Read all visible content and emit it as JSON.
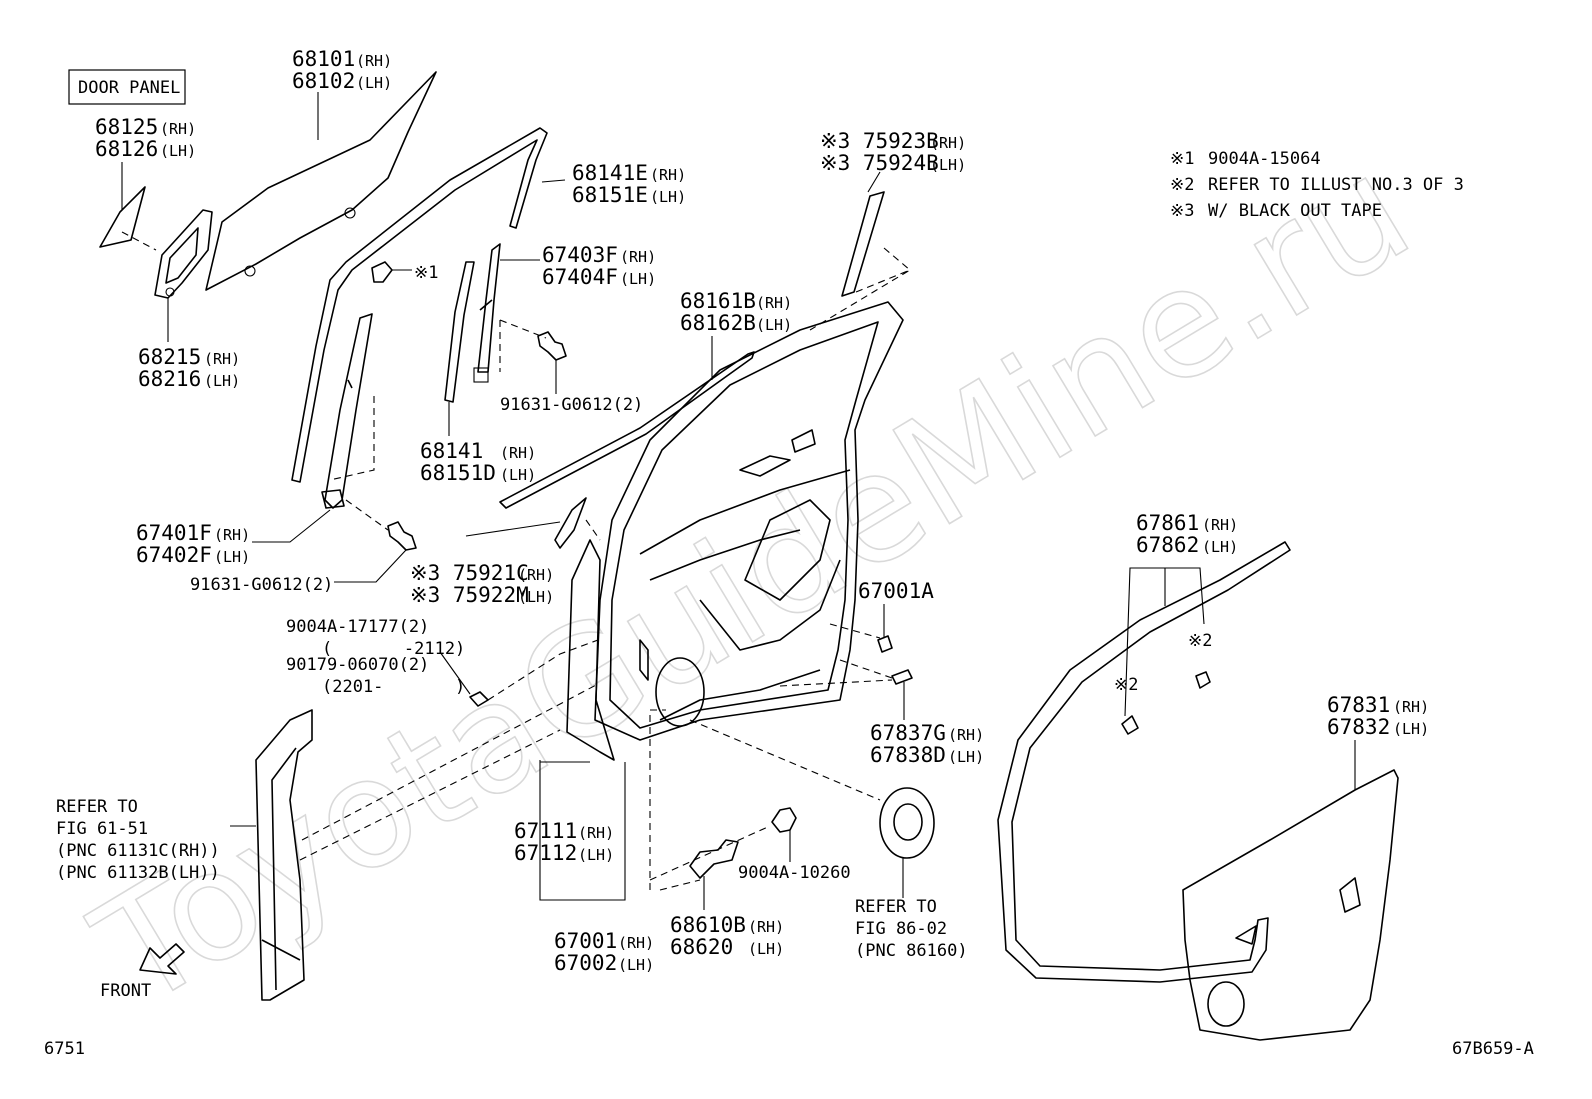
{
  "watermark": "ToyotaGuideMine.ru",
  "door_panel_label": "DOOR PANEL",
  "page_number": "6751",
  "figure_code": "67B659-A",
  "legend": [
    {
      "mark": "※1",
      "text": "9004A-15064"
    },
    {
      "mark": "※2",
      "text": "REFER TO ILLUST NO.3 OF 3"
    },
    {
      "mark": "※3",
      "text": "W/ BLACK OUT TAPE"
    }
  ],
  "front_label": "FRONT",
  "callouts": {
    "c68101": {
      "line1": "68101",
      "s1": "(RH)",
      "line2": "68102",
      "s2": "(LH)"
    },
    "c68125": {
      "line1": "68125",
      "s1": "(RH)",
      "line2": "68126",
      "s2": "(LH)"
    },
    "c68141E": {
      "line1": "68141E",
      "s1": "(RH)",
      "line2": "68151E",
      "s2": "(LH)"
    },
    "c75923B": {
      "line1": "※3 75923B",
      "s1": "(RH)",
      "line2": "※3 75924B",
      "s2": "(LH)"
    },
    "c67403F": {
      "line1": "67403F",
      "s1": "(RH)",
      "line2": "67404F",
      "s2": "(LH)"
    },
    "c68161B": {
      "line1": "68161B",
      "s1": "(RH)",
      "line2": "68162B",
      "s2": "(LH)"
    },
    "c68215": {
      "line1": "68215",
      "s1": "(RH)",
      "line2": "68216",
      "s2": "(LH)"
    },
    "c68141": {
      "line1": "68141",
      "s1": "(RH)",
      "line2": "68151D",
      "s2": "(LH)"
    },
    "c67401F": {
      "line1": "67401F",
      "s1": "(RH)",
      "line2": "67402F",
      "s2": "(LH)"
    },
    "c75921C": {
      "line1": "※3 75921C",
      "s1": "(RH)",
      "line2": "※3 75922M",
      "s2": "(LH)"
    },
    "c67861": {
      "line1": "67861",
      "s1": "(RH)",
      "line2": "67862",
      "s2": "(LH)"
    },
    "c67837G": {
      "line1": "67837G",
      "s1": "(RH)",
      "line2": "67838D",
      "s2": "(LH)"
    },
    "c67831": {
      "line1": "67831",
      "s1": "(RH)",
      "line2": "67832",
      "s2": "(LH)"
    },
    "c67111": {
      "line1": "67111",
      "s1": "(RH)",
      "line2": "67112",
      "s2": "(LH)"
    },
    "c67001": {
      "line1": "67001",
      "s1": "(RH)",
      "line2": "67002",
      "s2": "(LH)"
    },
    "c68610B": {
      "line1": "68610B",
      "s1": "(RH)",
      "line2": "68620",
      "s2": "(LH)"
    }
  },
  "single_labels": {
    "mark1_bolt": "※1",
    "bolt_91631_a": "91631-G0612(2)",
    "bolt_91631_b": "91631-G0612(2)",
    "part_67001A": "67001A",
    "mark2_a": "※2",
    "mark2_b": "※2",
    "bolt_9004A_10260": "9004A-10260",
    "screw_9004A_17177": "9004A-17177(2)",
    "screw_range_a": "(       -2112)",
    "screw_90179": "90179-06070(2)",
    "screw_range_b": "(2201-       )"
  },
  "refer_body": [
    "REFER TO",
    "FIG 61-51",
    "(PNC 61131C(RH))",
    "(PNC 61132B(LH))"
  ],
  "refer_speaker": [
    "REFER TO",
    "FIG 86-02",
    "(PNC 86160)"
  ]
}
